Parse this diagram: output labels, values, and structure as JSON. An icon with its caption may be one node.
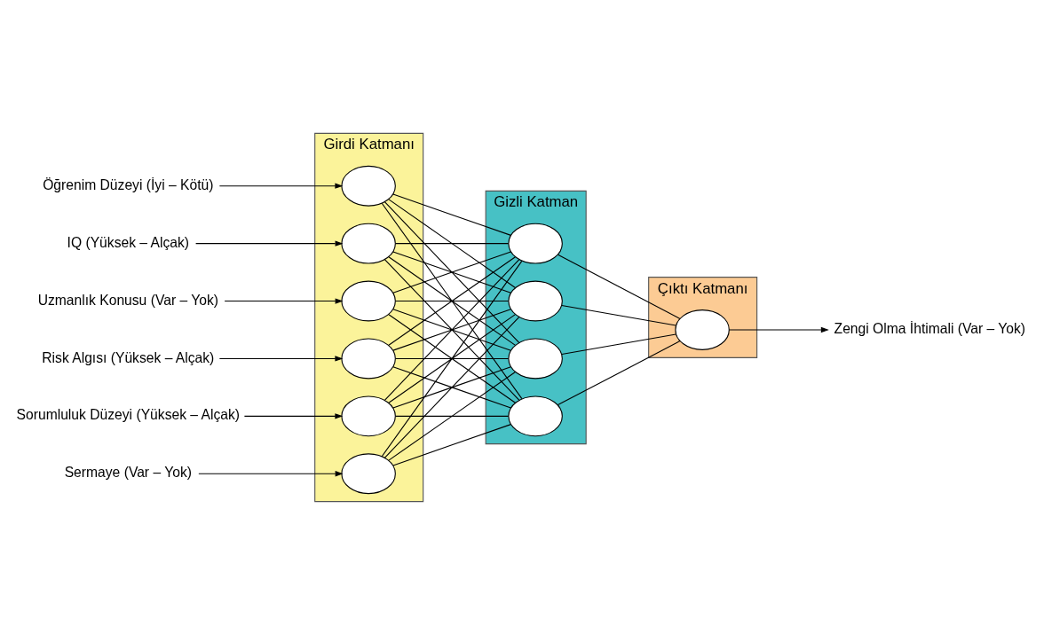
{
  "diagram": {
    "nodes": [
      {
        "text": [
          "Öğrenim Düzeyi (İyi – Kötü)"
        ]
      },
      {
        "text": [
          "IQ (Yüksek – Alçak)"
        ]
      },
      {
        "text": [
          "Uzmanlık Konusu (Var – Yok)"
        ]
      },
      {
        "text": [
          "Risk Algısı (Yüksek – Alçak)"
        ]
      },
      {
        "text": [
          "Sorumluluk Düzeyi (Yüksek – Alçak)"
        ]
      },
      {
        "text": [
          "Sermaye (Var – Yok)"
        ]
      },
      {
        "text": [
          "Girdi Katmanı"
        ]
      },
      {
        "text": [],
        "shape": "circle",
        "in": 6
      },
      {
        "text": [],
        "shape": "circle",
        "in": 6
      },
      {
        "text": [],
        "shape": "circle",
        "in": 6
      },
      {
        "text": [],
        "shape": "circle",
        "in": 6
      },
      {
        "text": [],
        "shape": "circle",
        "in": 6
      },
      {
        "text": [],
        "shape": "circle",
        "in": 6
      },
      {
        "text": [
          "Gizli Katman"
        ]
      },
      {
        "text": [],
        "shape": "circle",
        "in": 13
      },
      {
        "text": [],
        "shape": "circle",
        "in": 13
      },
      {
        "text": [],
        "shape": "circle",
        "in": 13
      },
      {
        "text": [],
        "shape": "circle",
        "in": 13
      },
      {
        "text": [
          "Çıktı Katmanı"
        ]
      },
      {
        "text": [],
        "shape": "circle",
        "in": 18
      },
      {
        "text": [
          "Zengi Olma İhtimali (Var – Yok)"
        ]
      }
    ],
    "edges": [
      {
        "from": 0,
        "to": 7,
        "arrow": "to"
      },
      {
        "from": 1,
        "to": 8,
        "arrow": "to"
      },
      {
        "from": 2,
        "to": 9,
        "arrow": "to"
      },
      {
        "from": 3,
        "to": 10,
        "arrow": "to"
      },
      {
        "from": 4,
        "to": 11,
        "arrow": "to"
      },
      {
        "from": 5,
        "to": 12,
        "arrow": "to"
      },
      {
        "from": 7,
        "to": 14,
        "arrow": "none"
      },
      {
        "from": 7,
        "to": 15,
        "arrow": "none"
      },
      {
        "from": 7,
        "to": 16,
        "arrow": "none"
      },
      {
        "from": 7,
        "to": 17,
        "arrow": "none"
      },
      {
        "from": 8,
        "to": 14,
        "arrow": "none"
      },
      {
        "from": 8,
        "to": 15,
        "arrow": "none"
      },
      {
        "from": 8,
        "to": 16,
        "arrow": "none"
      },
      {
        "from": 8,
        "to": 17,
        "arrow": "none"
      },
      {
        "from": 9,
        "to": 14,
        "arrow": "none"
      },
      {
        "from": 9,
        "to": 15,
        "arrow": "none"
      },
      {
        "from": 9,
        "to": 16,
        "arrow": "none"
      },
      {
        "from": 9,
        "to": 17,
        "arrow": "none"
      },
      {
        "from": 10,
        "to": 14,
        "arrow": "none"
      },
      {
        "from": 10,
        "to": 15,
        "arrow": "none"
      },
      {
        "from": 10,
        "to": 16,
        "arrow": "none"
      },
      {
        "from": 10,
        "to": 17,
        "arrow": "none"
      },
      {
        "from": 11,
        "to": 14,
        "arrow": "none"
      },
      {
        "from": 11,
        "to": 15,
        "arrow": "none"
      },
      {
        "from": 11,
        "to": 16,
        "arrow": "none"
      },
      {
        "from": 11,
        "to": 17,
        "arrow": "none"
      },
      {
        "from": 12,
        "to": 14,
        "arrow": "none"
      },
      {
        "from": 12,
        "to": 15,
        "arrow": "none"
      },
      {
        "from": 12,
        "to": 16,
        "arrow": "none"
      },
      {
        "from": 12,
        "to": 17,
        "arrow": "none"
      },
      {
        "from": 14,
        "to": 19,
        "arrow": "none"
      },
      {
        "from": 15,
        "to": 19,
        "arrow": "none"
      },
      {
        "from": 16,
        "to": 19,
        "arrow": "none"
      },
      {
        "from": 17,
        "to": 19,
        "arrow": "none"
      },
      {
        "from": 19,
        "to": 20,
        "arrow": "to"
      }
    ]
  }
}
